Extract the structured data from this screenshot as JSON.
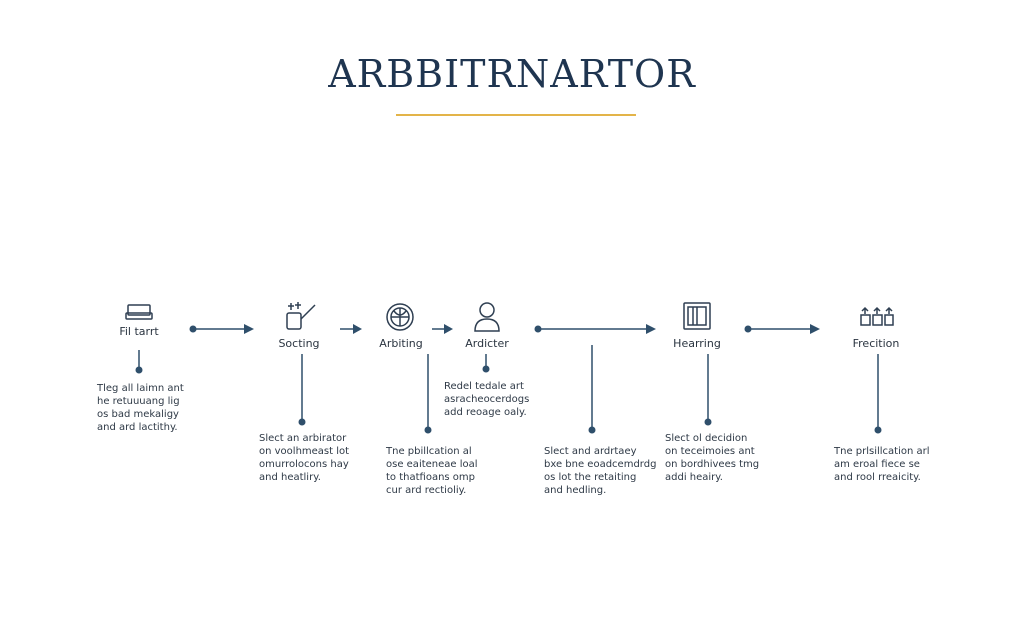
{
  "title": "ARBBITRNARTOR",
  "steps": [
    {
      "label": "Fil tarrt",
      "icon": "tray-icon"
    },
    {
      "label": "Socting",
      "icon": "tools-icon"
    },
    {
      "label": "Arbiting",
      "icon": "globe-icon"
    },
    {
      "label": "Ardicter",
      "icon": "person-icon"
    },
    {
      "label": "Hearring",
      "icon": "document-book-icon"
    },
    {
      "label": "Frecition",
      "icon": "boxes-icon"
    }
  ],
  "descriptions": [
    {
      "lines": [
        "Tleg all laimn ant",
        "he retuuuang lig",
        "os bad mekaligy",
        "and ard lactithy."
      ]
    },
    {
      "lines": [
        "Slect an arbirator",
        "on voolhmeast lot",
        "omurrolocons hay",
        "and heatliry."
      ]
    },
    {
      "lines": [
        "Tne pbillcation al",
        "ose eaiteneae loal",
        "to thatfioans omp",
        "cur ard rectioliy."
      ]
    },
    {
      "lines": [
        "Redel tedale art",
        "asracheocerdogs",
        "add reoage oaly."
      ]
    },
    {
      "lines": [
        "Slect and ardrtaey",
        "bxe bne eoadcemdrdg",
        "os lot the retaiting",
        "and hedling."
      ]
    },
    {
      "lines": [
        "Slect ol decidion",
        "on teceimoies ant",
        "on bordhivees tmg",
        "addi heairy."
      ]
    },
    {
      "lines": [
        "Tne prlsillcation arl",
        "am eroal fiece se",
        "and rool rreaicity."
      ]
    }
  ]
}
